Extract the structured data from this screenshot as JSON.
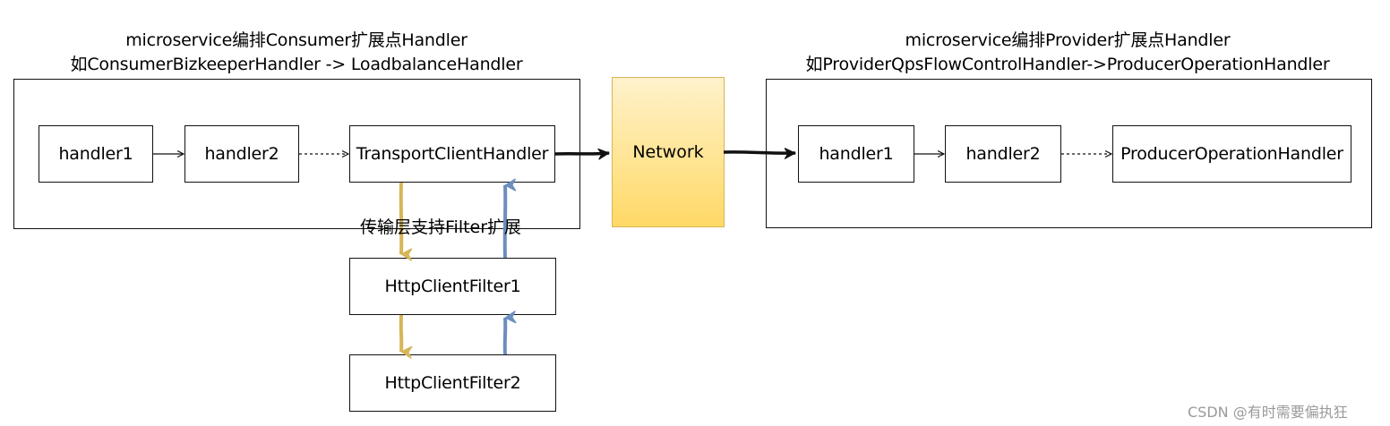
{
  "consumer": {
    "title_line1": "microservice编排Consumer扩展点Handler",
    "title_line2": "如ConsumerBizkeeperHandler -> LoadbalanceHandler",
    "handler1": "handler1",
    "handler2": "handler2",
    "transport": "TransportClientHandler"
  },
  "network": {
    "label": "Network",
    "fill_top": "#fff2cc",
    "fill_bottom": "#ffd966",
    "stroke": "#d6b656"
  },
  "provider": {
    "title_line1": "microservice编排Provider扩展点Handler",
    "title_line2": "如ProviderQpsFlowControlHandler->ProducerOperationHandler",
    "handler1": "handler1",
    "handler2": "handler2",
    "operation": "ProducerOperationHandler"
  },
  "transport_layer": {
    "label": "传输层支持Filter扩展",
    "filter1": "HttpClientFilter1",
    "filter2": "HttpClientFilter2"
  },
  "colors": {
    "request_arrow": "#d6b656",
    "response_arrow": "#6c8ebf"
  },
  "watermark": "CSDN @有时需要偏执狂"
}
